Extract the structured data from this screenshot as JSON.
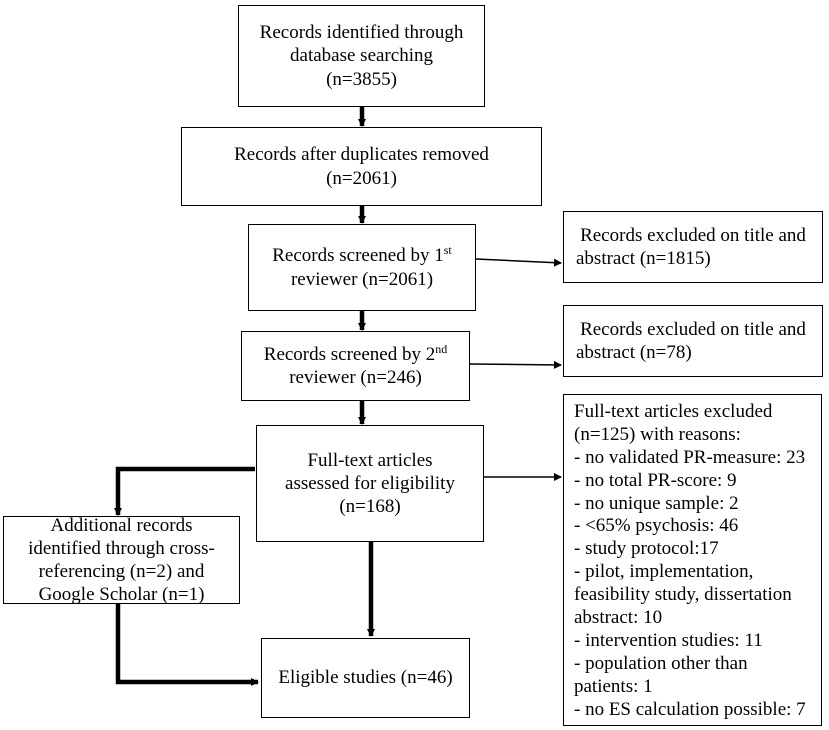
{
  "boxes": {
    "identified": {
      "line1": "Records identified through",
      "line2": "database searching",
      "line3": "(n=3855)"
    },
    "duplicates_removed": {
      "line1": "Records after duplicates removed",
      "line2": "(n=2061)"
    },
    "screened_1": {
      "line1_pre": "Records screened by 1",
      "line1_sup": "st",
      "line2": "reviewer (n=2061)"
    },
    "excluded_1": {
      "line1": "Records excluded on title and",
      "line2": "abstract (n=1815)"
    },
    "screened_2": {
      "line1_pre": "Records screened by 2",
      "line1_sup": "nd",
      "line2": "reviewer (n=246)"
    },
    "excluded_2": {
      "line1": "Records excluded on title and",
      "line2": "abstract (n=78)"
    },
    "fulltext_assessed": {
      "line1": "Full-text articles",
      "line2": "assessed for eligibility",
      "line3": "(n=168)"
    },
    "fulltext_excluded": {
      "lines": [
        "Full-text articles excluded",
        "(n=125) with reasons:",
        "- no validated PR-measure: 23",
        "- no total PR-score: 9",
        "- no unique sample: 2",
        "- <65% psychosis: 46",
        "- study protocol:17",
        "- pilot, implementation,",
        "feasibility study, dissertation",
        "abstract: 10",
        "- intervention studies: 11",
        "- population other than",
        "patients: 1",
        "- no ES calculation possible: 7"
      ]
    },
    "additional_records": {
      "line1": "Additional records",
      "line2": "identified through cross-",
      "line3": "referencing (n=2) and",
      "line4": "Google Scholar (n=1)"
    },
    "eligible": {
      "line1": "Eligible studies (n=46)"
    }
  }
}
